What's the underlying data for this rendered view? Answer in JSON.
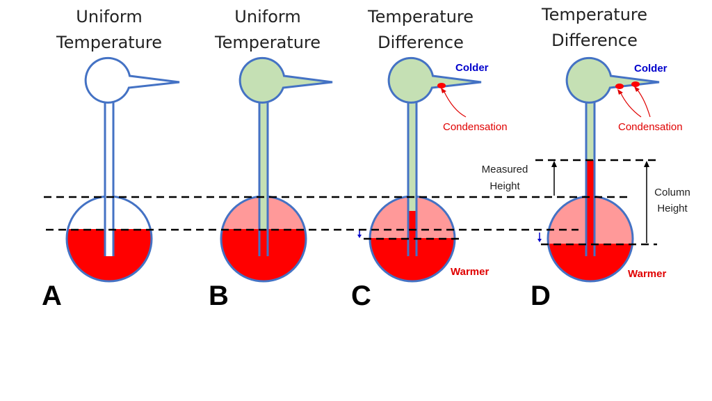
{
  "panels": [
    {
      "letter": "A",
      "title_line1": "Uniform",
      "title_line2": "Temperature"
    },
    {
      "letter": "B",
      "title_line1": "Uniform",
      "title_line2": "Temperature"
    },
    {
      "letter": "C",
      "title_line1": "Temperature",
      "title_line2": "Difference"
    },
    {
      "letter": "D",
      "title_line1": "Temperature",
      "title_line2": "Difference"
    }
  ],
  "labels": {
    "colder": "Colder",
    "warmer": "Warmer",
    "condensation": "Condensation",
    "measured_height_line1": "Measured",
    "measured_height_line2": "Height",
    "column_height_line1": "Column",
    "column_height_line2": "Height"
  },
  "colors": {
    "outline": "#4472C4",
    "liquid": "#FF0000",
    "vapor_bottom": "#FF9999",
    "vapor_top": "#C5E0B4",
    "colder_text": "#0000CC",
    "warmer_text": "#E00000",
    "condensation_text": "#E00000"
  }
}
